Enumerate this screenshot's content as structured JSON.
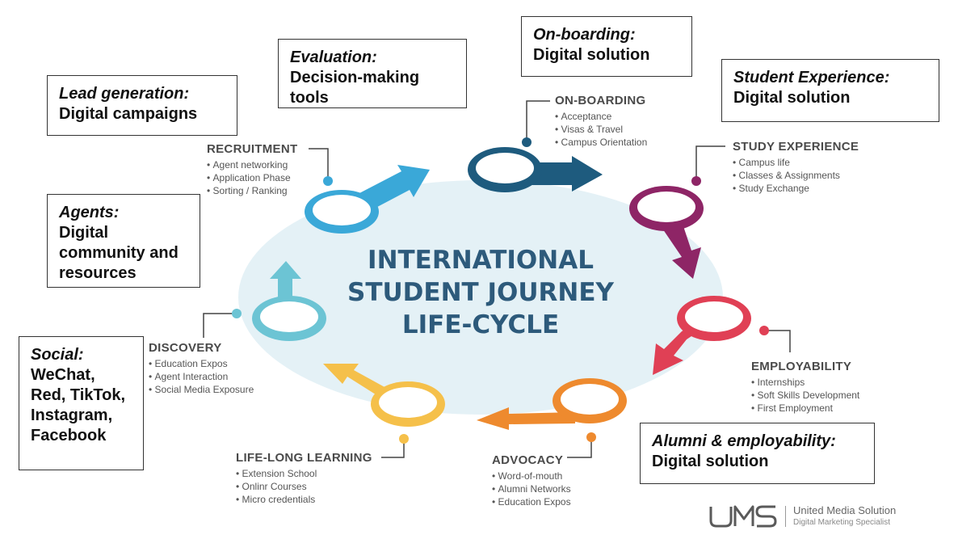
{
  "center_title": [
    "INTERNATIONAL",
    "STUDENT JOURNEY",
    "LIFE-CYCLE"
  ],
  "boxes": {
    "lead_generation": {
      "category": "Lead generation:",
      "solution": "Digital campaigns"
    },
    "evaluation": {
      "category": "Evaluation:",
      "solution": "Decision-making tools"
    },
    "onboarding": {
      "category": "On-boarding:",
      "solution": "Digital solution"
    },
    "student_experience": {
      "category": "Student Experience:",
      "solution": "Digital solution"
    },
    "agents": {
      "category": "Agents:",
      "solution": "Digital community and resources"
    },
    "social": {
      "category": "Social:",
      "solution": "WeChat, Red, TikTok, Instagram, Facebook"
    },
    "alumni": {
      "category": "Alumni & employability:",
      "solution": "Digital solution"
    }
  },
  "stages": {
    "recruitment": {
      "title": "RECRUITMENT",
      "items": [
        "Agent networking",
        "Application Phase",
        "Sorting / Ranking"
      ],
      "color": "#3aa8d8"
    },
    "onboarding": {
      "title": "ON-BOARDING",
      "items": [
        "Acceptance",
        "Visas & Travel",
        "Campus Orientation"
      ],
      "color": "#1e5b7e"
    },
    "study_experience": {
      "title": "STUDY EXPERIENCE",
      "items": [
        "Campus life",
        "Classes & Assignments",
        "Study Exchange"
      ],
      "color": "#8e2566"
    },
    "employability": {
      "title": "EMPLOYABILITY",
      "items": [
        "Internships",
        "Soft Skills Development",
        "First Employment"
      ],
      "color": "#e04055"
    },
    "advocacy": {
      "title": "ADVOCACY",
      "items": [
        "Word-of-mouth",
        "Alumni Networks",
        "Education Expos"
      ],
      "color": "#ee8a2e"
    },
    "lifelong_learning": {
      "title": "LIFE-LONG LEARNING",
      "items": [
        "Extension School",
        "Onlinr Courses",
        "Micro credentials"
      ],
      "color": "#f5c04a"
    },
    "discovery": {
      "title": "DISCOVERY",
      "items": [
        "Education Expos",
        "Agent Interaction",
        "Social Media Exposure"
      ],
      "color": "#6cc4d4"
    }
  },
  "logo": {
    "mark": "UMS",
    "name": "United Media Solution",
    "tagline": "Digital Marketing Specialist"
  }
}
